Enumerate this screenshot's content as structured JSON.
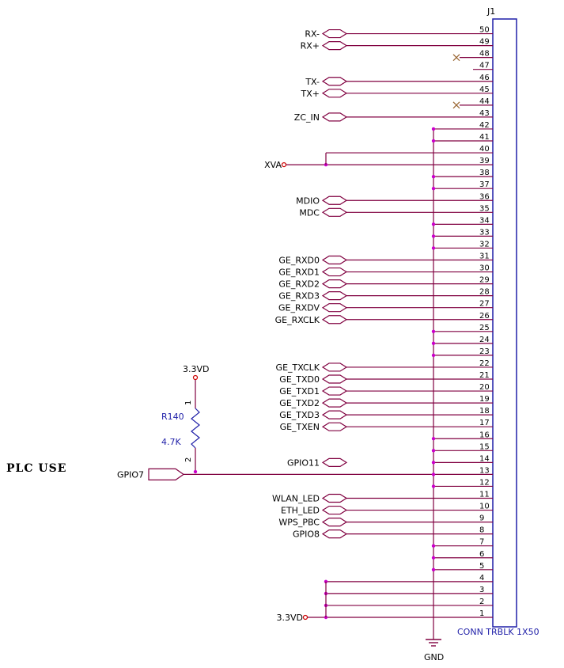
{
  "connector": {
    "ref": "J1",
    "part": "CONN TRBLK 1X50",
    "pin_count": 50
  },
  "colors": {
    "wire": "#800040",
    "connector_body": "#1f1fa8",
    "junction": "#cc00cc",
    "no_connect": "#996633",
    "text": "#000000",
    "component": "#1f1fa8",
    "power": "#cc0000"
  },
  "nets": [
    {
      "pin": 50,
      "name": "RX-",
      "kind": "port"
    },
    {
      "pin": 49,
      "name": "RX+",
      "kind": "port"
    },
    {
      "pin": 48,
      "kind": "nc"
    },
    {
      "pin": 47,
      "kind": "none"
    },
    {
      "pin": 46,
      "name": "TX-",
      "kind": "port"
    },
    {
      "pin": 45,
      "name": "TX+",
      "kind": "port"
    },
    {
      "pin": 44,
      "kind": "nc"
    },
    {
      "pin": 43,
      "name": "ZC_IN",
      "kind": "port"
    },
    {
      "pin": 42,
      "kind": "gnd"
    },
    {
      "pin": 41,
      "kind": "gnd"
    },
    {
      "pin": 40,
      "kind": "xva_tap"
    },
    {
      "pin": 39,
      "name": "XVA",
      "kind": "power"
    },
    {
      "pin": 38,
      "kind": "gnd"
    },
    {
      "pin": 37,
      "kind": "gnd"
    },
    {
      "pin": 36,
      "name": "MDIO",
      "kind": "port"
    },
    {
      "pin": 35,
      "name": "MDC",
      "kind": "port"
    },
    {
      "pin": 34,
      "kind": "gnd"
    },
    {
      "pin": 33,
      "kind": "gnd"
    },
    {
      "pin": 32,
      "kind": "gnd"
    },
    {
      "pin": 31,
      "name": "GE_RXD0",
      "kind": "port"
    },
    {
      "pin": 30,
      "name": "GE_RXD1",
      "kind": "port"
    },
    {
      "pin": 29,
      "name": "GE_RXD2",
      "kind": "port"
    },
    {
      "pin": 28,
      "name": "GE_RXD3",
      "kind": "port"
    },
    {
      "pin": 27,
      "name": "GE_RXDV",
      "kind": "port"
    },
    {
      "pin": 26,
      "name": "GE_RXCLK",
      "kind": "port"
    },
    {
      "pin": 25,
      "kind": "gnd"
    },
    {
      "pin": 24,
      "kind": "gnd"
    },
    {
      "pin": 23,
      "kind": "gnd"
    },
    {
      "pin": 22,
      "name": "GE_TXCLK",
      "kind": "port"
    },
    {
      "pin": 21,
      "name": "GE_TXD0",
      "kind": "port"
    },
    {
      "pin": 20,
      "name": "GE_TXD1",
      "kind": "port"
    },
    {
      "pin": 19,
      "name": "GE_TXD2",
      "kind": "port"
    },
    {
      "pin": 18,
      "name": "GE_TXD3",
      "kind": "port"
    },
    {
      "pin": 17,
      "name": "GE_TXEN",
      "kind": "port"
    },
    {
      "pin": 16,
      "kind": "gnd"
    },
    {
      "pin": 15,
      "kind": "gnd"
    },
    {
      "pin": 14,
      "name": "GPIO11",
      "kind": "port_floating"
    },
    {
      "pin": 13,
      "name": "GPIO7",
      "kind": "gpio7"
    },
    {
      "pin": 12,
      "kind": "gnd"
    },
    {
      "pin": 11,
      "name": "WLAN_LED",
      "kind": "port"
    },
    {
      "pin": 10,
      "name": "ETH_LED",
      "kind": "port"
    },
    {
      "pin": 9,
      "name": "WPS_PBC",
      "kind": "port"
    },
    {
      "pin": 8,
      "name": "GPIO8",
      "kind": "port"
    },
    {
      "pin": 7,
      "kind": "gnd"
    },
    {
      "pin": 6,
      "kind": "gnd"
    },
    {
      "pin": 5,
      "kind": "gnd"
    },
    {
      "pin": 4,
      "kind": "v33_tap"
    },
    {
      "pin": 3,
      "kind": "v33_tap"
    },
    {
      "pin": 2,
      "kind": "v33_tap"
    },
    {
      "pin": 1,
      "name": "3.3VD",
      "kind": "power"
    }
  ],
  "ground": {
    "label": "GND"
  },
  "resistor": {
    "ref": "R140",
    "value": "4.7K",
    "pin_top": "1",
    "pin_bottom": "2",
    "supply": "3.3VD"
  },
  "plc_note": {
    "text": "PLC USE"
  }
}
